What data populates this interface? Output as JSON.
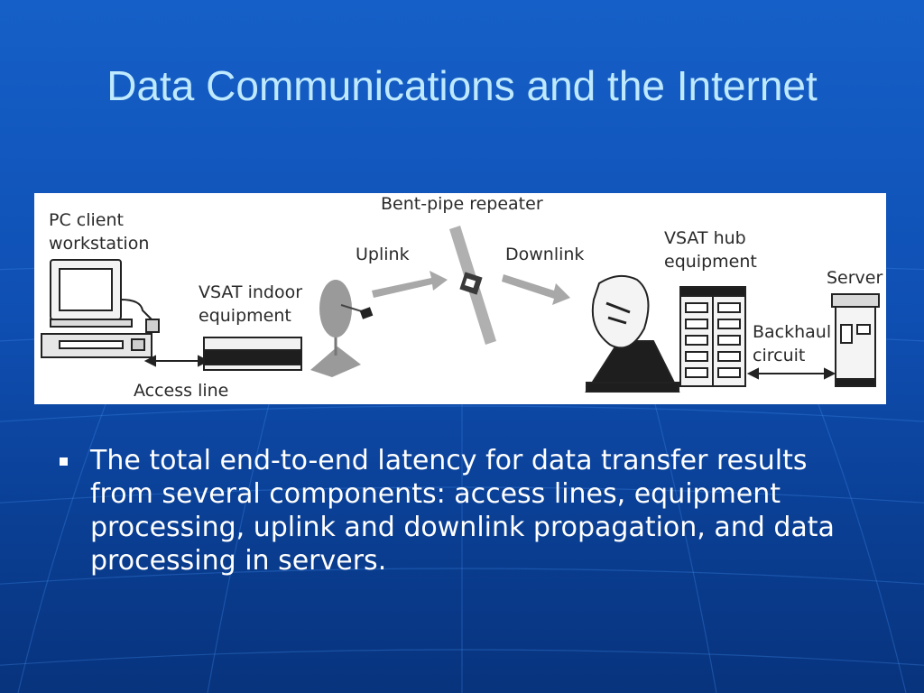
{
  "slide": {
    "title": "Data Communications and the Internet"
  },
  "diagram": {
    "labels": {
      "pc_client_line1": "PC client",
      "pc_client_line2": "workstation",
      "vsat_indoor_line1": "VSAT indoor",
      "vsat_indoor_line2": "equipment",
      "access_line": "Access line",
      "bent_pipe": "Bent-pipe repeater",
      "uplink": "Uplink",
      "downlink": "Downlink",
      "vsat_hub_line1": "VSAT hub",
      "vsat_hub_line2": "equipment",
      "server": "Server",
      "backhaul_line1": "Backhaul",
      "backhaul_line2": "circuit"
    }
  },
  "bullets": [
    {
      "text": "The total end-to-end latency for data transfer results from several components: access lines, equipment processing, uplink and downlink propagation, and data processing in servers."
    }
  ]
}
